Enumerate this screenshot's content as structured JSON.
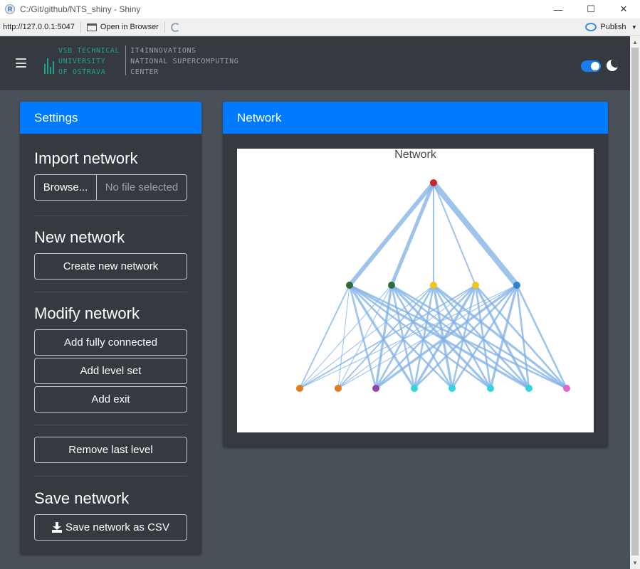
{
  "window": {
    "title": "C:/Git/github/NTS_shiny - Shiny",
    "minimize_glyph": "—",
    "maximize_glyph": "☐",
    "close_glyph": "✕"
  },
  "toolbar": {
    "url": "http://127.0.0.1:5047",
    "open_in_browser": "Open in Browser",
    "publish": "Publish",
    "publish_caret": "▾"
  },
  "header": {
    "logo_left": [
      "VSB TECHNICAL",
      "UNIVERSITY",
      "OF OSTRAVA"
    ],
    "logo_right": [
      "IT4INNOVATIONS",
      "NATIONAL SUPERCOMPUTING",
      "CENTER"
    ],
    "dark_mode_on": true,
    "accent_color": "#1fa18e"
  },
  "settings": {
    "title": "Settings",
    "import_heading": "Import network",
    "browse_label": "Browse...",
    "file_placeholder": "No file selected",
    "new_heading": "New network",
    "create_label": "Create new network",
    "modify_heading": "Modify network",
    "add_fully_connected_label": "Add fully connected",
    "add_level_set_label": "Add level set",
    "add_exit_label": "Add exit",
    "remove_last_label": "Remove last level",
    "save_heading": "Save network",
    "save_csv_label": "Save network as CSV"
  },
  "network": {
    "title": "Network",
    "plot_title": "Network",
    "levels": [
      {
        "nodes": [
          "#c9252f"
        ]
      },
      {
        "nodes": [
          "#2e6b3a",
          "#2e6b3a",
          "#f0c419",
          "#f0c419",
          "#2f7fd6"
        ]
      },
      {
        "nodes": [
          "#e07b1c",
          "#e07b1c",
          "#8e44ad",
          "#2fd6e0",
          "#2fd6e0",
          "#2fd6e0",
          "#2fd6e0",
          "#e663d6"
        ]
      }
    ],
    "edge_color": "#7fb0e6"
  }
}
